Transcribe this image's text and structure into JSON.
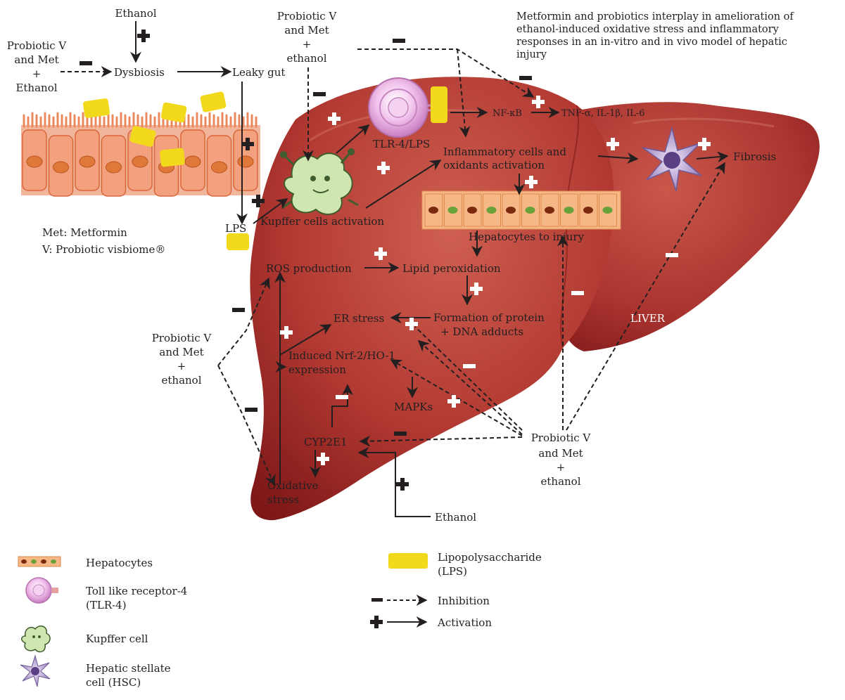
{
  "title_lines": [
    "Metformin and probiotics interplay in amelioration of",
    "ethanol-induced oxidative stress and inflammatory",
    "responses in an in-vitro and in vivo model of hepatic",
    "injury"
  ],
  "abbrev": {
    "met": "Met: Metformin",
    "v": "V: Probiotic visbiome®"
  },
  "nodes": {
    "ethanol_top": "Ethanol",
    "dysbiosis": "Dysbiosis",
    "leaky_gut": "Leaky gut",
    "lps": "LPS",
    "tlr4_lps": "TLR-4/LPS",
    "nfkb": "NF-κB",
    "cytokines": "TNF-α, IL-1β, IL-6",
    "inflam_1": "Inflammatory cells and",
    "inflam_2": "oxidants activation",
    "fibrosis": "Fibrosis",
    "kupffer_act": "Kupffer cells activation",
    "hepatocytes_injury": "Hepatocytes to injury",
    "ros": "ROS production",
    "lipid": "Lipid peroxidation",
    "er_stress": "ER stress",
    "adducts_1": "Formation of protein",
    "adducts_2": "+ DNA adducts",
    "nrf2_1": "Induced Nrf-2/HO-1",
    "nrf2_2": "expression",
    "mapks": "MAPKs",
    "cyp2e1": "CYP2E1",
    "oxstress_1": "Oxidative",
    "oxstress_2": "stress",
    "ethanol_bottom": "Ethanol",
    "liver": "LIVER"
  },
  "treatments": {
    "top_left": [
      "Probiotic V",
      "and Met",
      "+",
      "Ethanol"
    ],
    "top_center": [
      "Probiotic V",
      "and Met",
      "+",
      "ethanol"
    ],
    "left": [
      "Probiotic V",
      "and Met",
      "+",
      "ethanol"
    ],
    "right": [
      "Probiotic V",
      "and Met",
      "+",
      "ethanol"
    ]
  },
  "legend": {
    "hepatocytes": [
      "Hepatocytes"
    ],
    "tlr4": [
      "Toll like receptor-4",
      "(TLR-4)"
    ],
    "kupffer": [
      "Kupffer cell"
    ],
    "hsc": [
      "Hepatic stellate",
      "cell (HSC)"
    ],
    "lps": [
      "Lipopolysaccharide",
      "(LPS)"
    ],
    "inhibition": [
      "Inhibition"
    ],
    "activation": [
      "Activation"
    ]
  },
  "colors": {
    "liver_dark": "#8e1b1c",
    "liver_mid": "#b23a32",
    "liver_light": "#c8574a",
    "lps_yellow": "#f2d91b",
    "gut_cell": "#f2a07d",
    "gut_nucleus": "#e0783a",
    "tlr4_pink": "#e6a8e0",
    "hsc_purple": "#9b86c0",
    "kupffer_green": "#cfe6b0",
    "hepatocyte_band": "#f6b787",
    "arrow": "#231f20",
    "sign_light": "#ffffff"
  }
}
